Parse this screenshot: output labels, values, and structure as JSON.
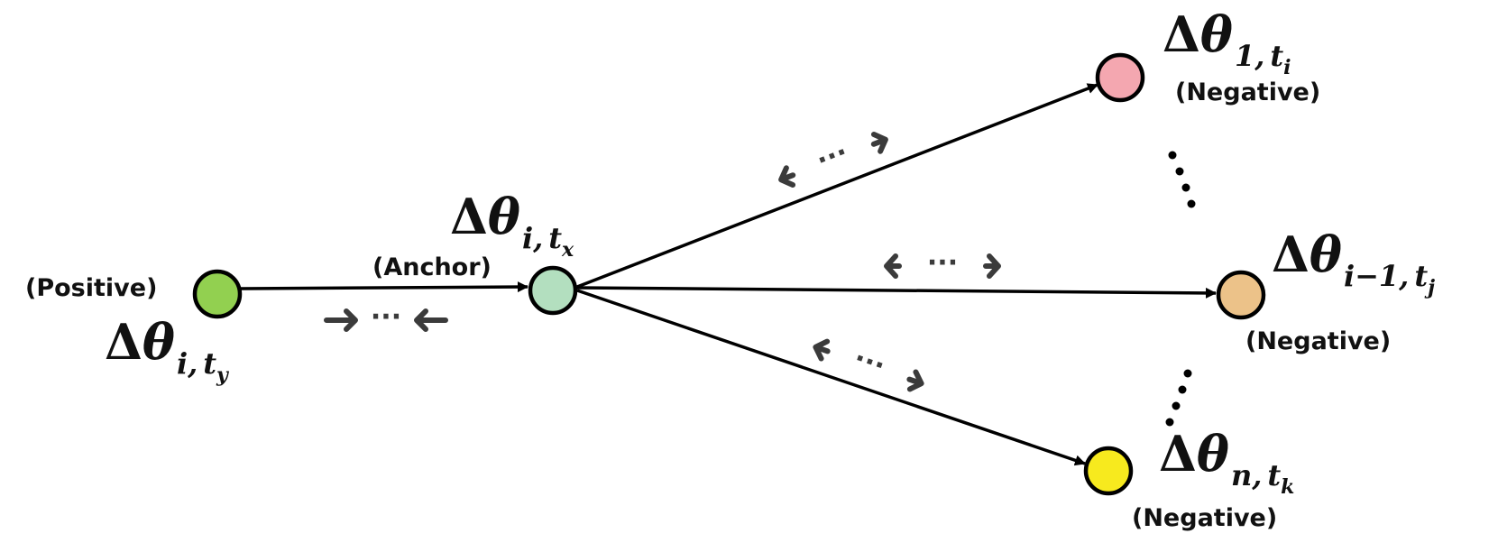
{
  "diagram": {
    "nodes": {
      "positive": {
        "label": "(Positive)",
        "symbol": "Δ",
        "var": "θ",
        "subscript": "i,",
        "sub_var": "t",
        "sub_var_sub": "y",
        "color": "#92d050"
      },
      "anchor": {
        "label": "(Anchor)",
        "symbol": "Δ",
        "var": "θ",
        "subscript": "i,",
        "sub_var": "t",
        "sub_var_sub": "x",
        "color": "#b3dfbf"
      },
      "neg_top": {
        "label": "(Negative)",
        "symbol": "Δ",
        "var": "θ",
        "subscript": "1,",
        "sub_var": "t",
        "sub_var_sub": "i",
        "color": "#f4a7b0"
      },
      "neg_mid": {
        "label": "(Negative)",
        "symbol": "Δ",
        "var": "θ",
        "subscript": "i−1,",
        "sub_var": "t",
        "sub_var_sub": "j",
        "color": "#ecc289"
      },
      "neg_bottom": {
        "label": "(Negative)",
        "symbol": "Δ",
        "var": "θ",
        "subscript": "n,",
        "sub_var": "t",
        "sub_var_sub": "k",
        "color": "#f7ea1e"
      }
    },
    "ellipsis": "···",
    "colors": {
      "line": "#000000",
      "hint": "#3b3b3b",
      "node_stroke": "#000000"
    }
  }
}
